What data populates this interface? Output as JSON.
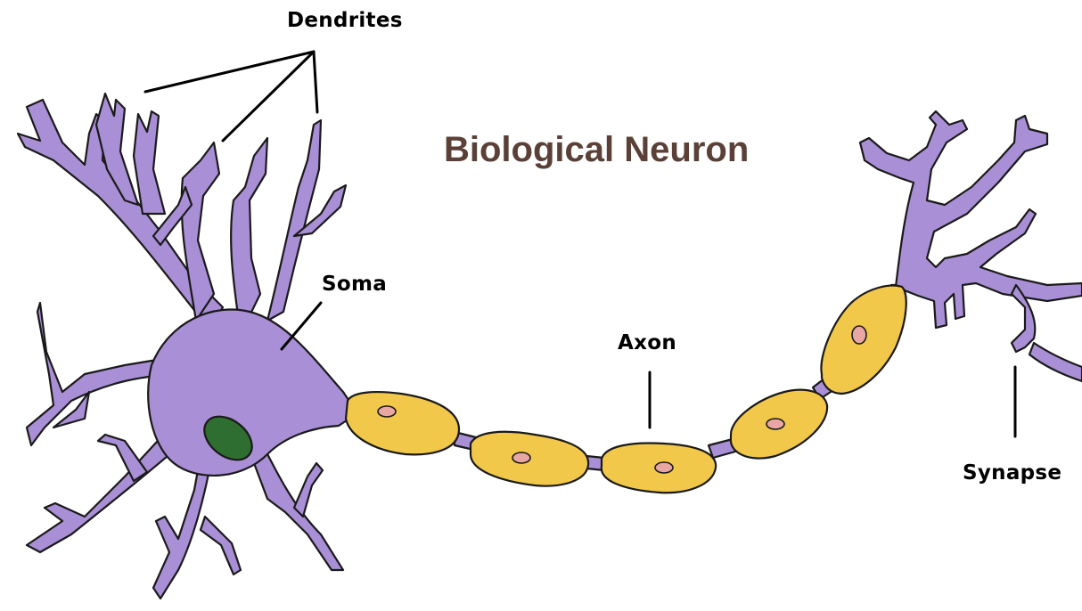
{
  "title": "Biological Neuron",
  "labels": {
    "dendrites": "Dendrites",
    "soma": "Soma",
    "axon": "Axon",
    "synapse": "Synapse"
  },
  "colors": {
    "cell_body": "#a98fd6",
    "myelin": "#f2c84b",
    "myelin_nucleus": "#e8a7a2",
    "nucleus": "#2e6e31",
    "title": "#5b4037",
    "outline": "#1a1a1a"
  }
}
